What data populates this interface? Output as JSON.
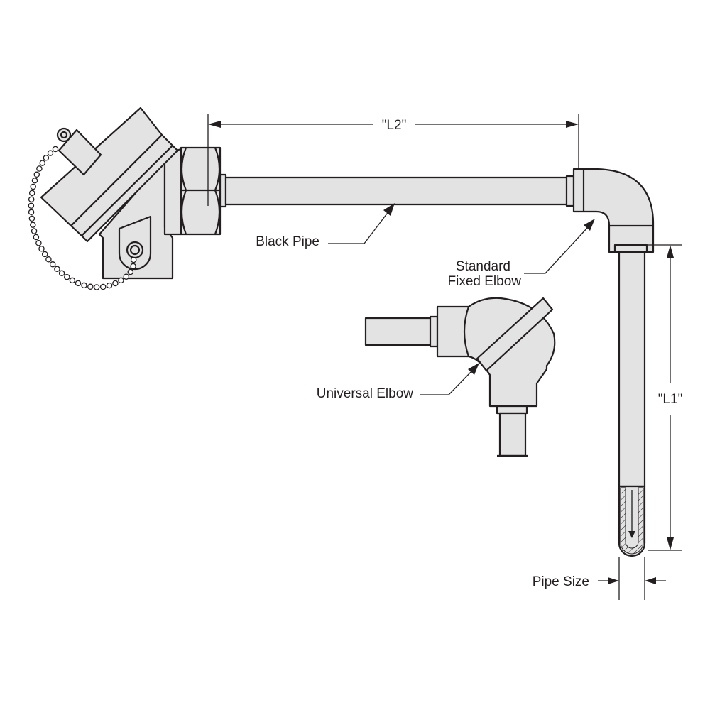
{
  "labels": {
    "l2": "\"L2\"",
    "l1": "\"L1\"",
    "black_pipe": "Black Pipe",
    "standard_elbow_line1": "Standard",
    "standard_elbow_line2": "Fixed Elbow",
    "universal_elbow": "Universal Elbow",
    "pipe_size": "Pipe Size"
  },
  "colors": {
    "ink": "#231f20",
    "part_fill": "#e3e3e3",
    "background": "#ffffff"
  }
}
